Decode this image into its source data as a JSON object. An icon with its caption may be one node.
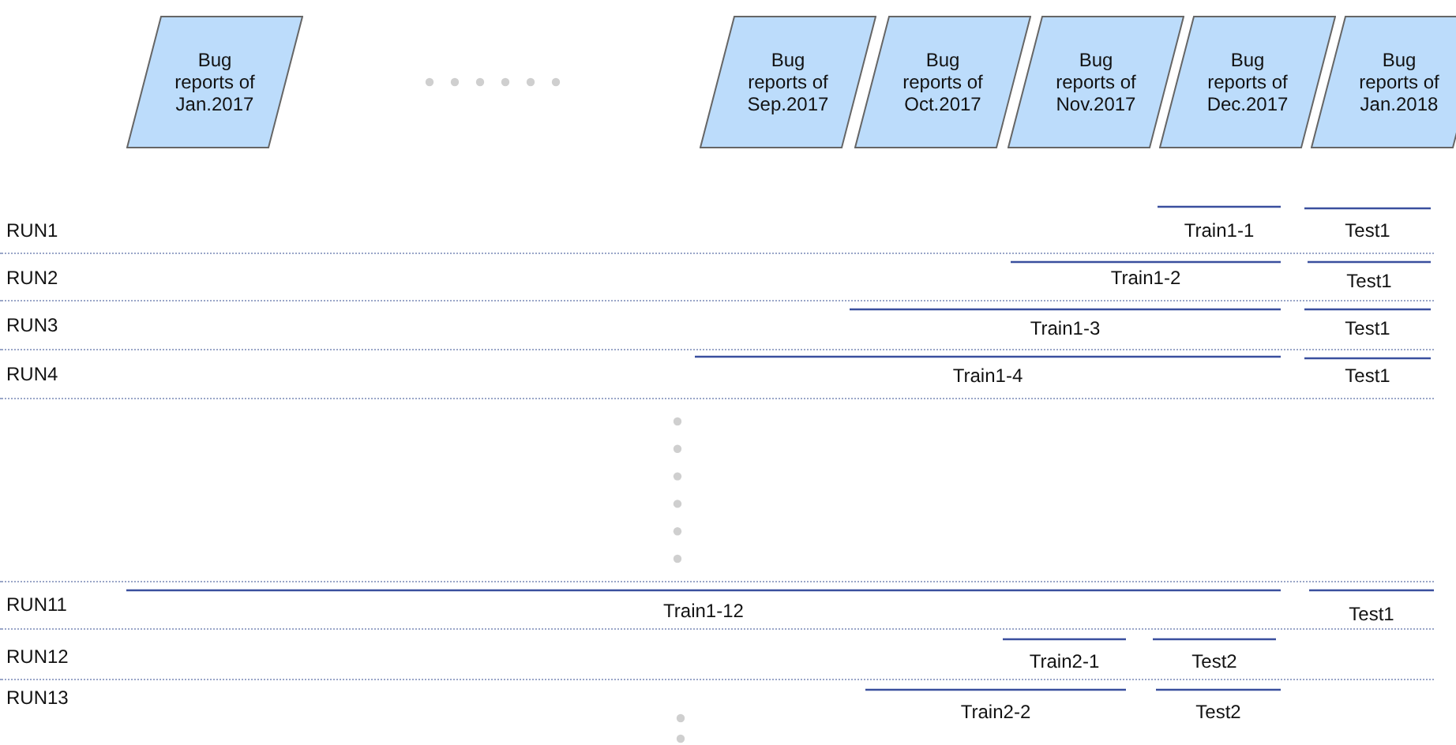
{
  "diagram": {
    "nodes": [
      {
        "text": [
          "Bug reports of Jan.2017"
        ]
      },
      {
        "text": [
          "Bug reports of Sep.2017"
        ]
      },
      {
        "text": [
          "Bug reports of Oct.2017"
        ]
      },
      {
        "text": [
          "Bug reports of Nov.2017"
        ]
      },
      {
        "text": [
          "Bug reports of Dec.2017"
        ]
      },
      {
        "text": [
          "Bug reports of Jan.2018"
        ]
      }
    ],
    "labels": [
      "RUN1",
      "Train1-1",
      "Test1",
      "RUN2",
      "Train1-2",
      "Test1",
      "RUN3",
      "Train1-3",
      "Test1",
      "RUN4",
      "Train1-4",
      "Test1",
      "RUN11",
      "Train1-12",
      "Test1",
      "RUN12",
      "Train2-1",
      "Test2",
      "RUN13",
      "Train2-2",
      "Test2"
    ]
  }
}
